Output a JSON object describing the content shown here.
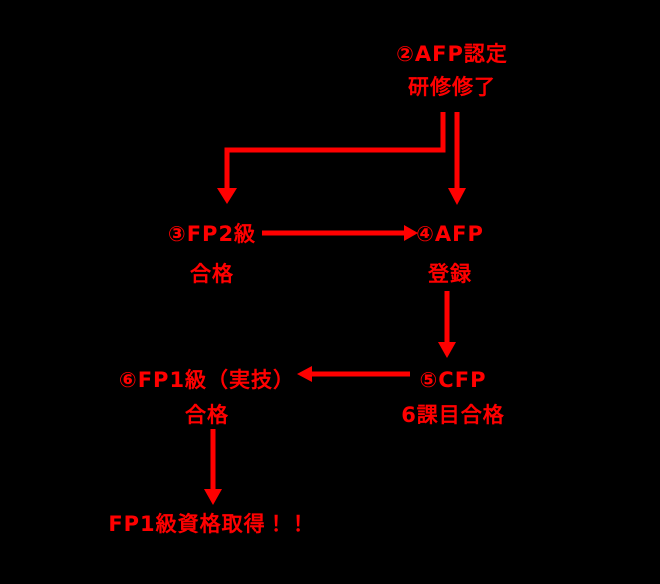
{
  "colors": {
    "accent": "#ff0000",
    "background": "#000000"
  },
  "nodes": {
    "step2": {
      "lines": [
        "②AFP認定",
        "研修修了"
      ]
    },
    "step3": {
      "lines": [
        "③FP2級",
        "合格"
      ]
    },
    "step4": {
      "lines": [
        "④AFP",
        "登録"
      ]
    },
    "step5": {
      "lines": [
        "⑤CFP",
        "6課目合格"
      ]
    },
    "step6": {
      "lines": [
        "⑥FP1級（実技）",
        "合格"
      ]
    },
    "goal": {
      "lines": [
        "FP1級資格取得！！"
      ]
    }
  }
}
